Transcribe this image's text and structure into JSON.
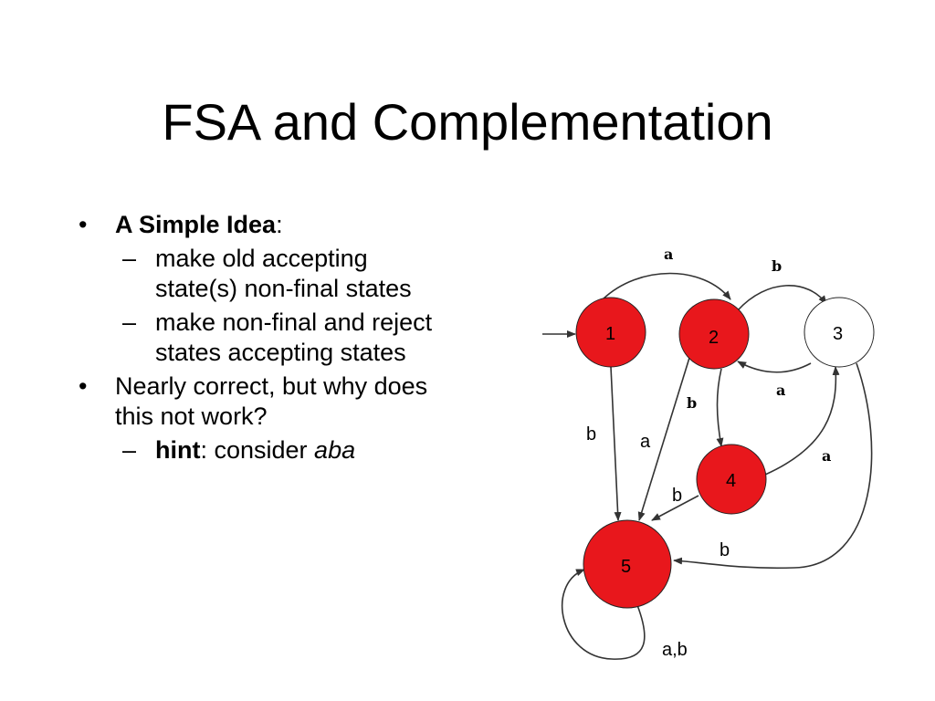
{
  "slide": {
    "title": "FSA and Complementation"
  },
  "bullets": {
    "b1_bold": "A Simple Idea",
    "b1_tail": ":",
    "b1_sub1": "make old accepting state(s) non-final states",
    "b1_sub2": "make non-final and reject states accepting states",
    "b2": "Nearly correct, but why does this not work?",
    "b2_sub1_bold": "hint",
    "b2_sub1_text": ": consider ",
    "b2_sub1_ital": "aba",
    "bullet_glyph": "•",
    "dash_glyph": "–"
  },
  "diagram": {
    "states": [
      {
        "id": "1",
        "fill": "#e8171c"
      },
      {
        "id": "2",
        "fill": "#e8171c"
      },
      {
        "id": "3",
        "fill": "#ffffff"
      },
      {
        "id": "4",
        "fill": "#e8171c"
      },
      {
        "id": "5",
        "fill": "#e8171c"
      }
    ],
    "edge_labels": {
      "e12": "a",
      "e23": "b",
      "e32": "a",
      "e24": "b",
      "e43": "a",
      "e15": "b",
      "e25": "a",
      "e45": "b",
      "e35": "b",
      "e55": "a,b"
    }
  }
}
